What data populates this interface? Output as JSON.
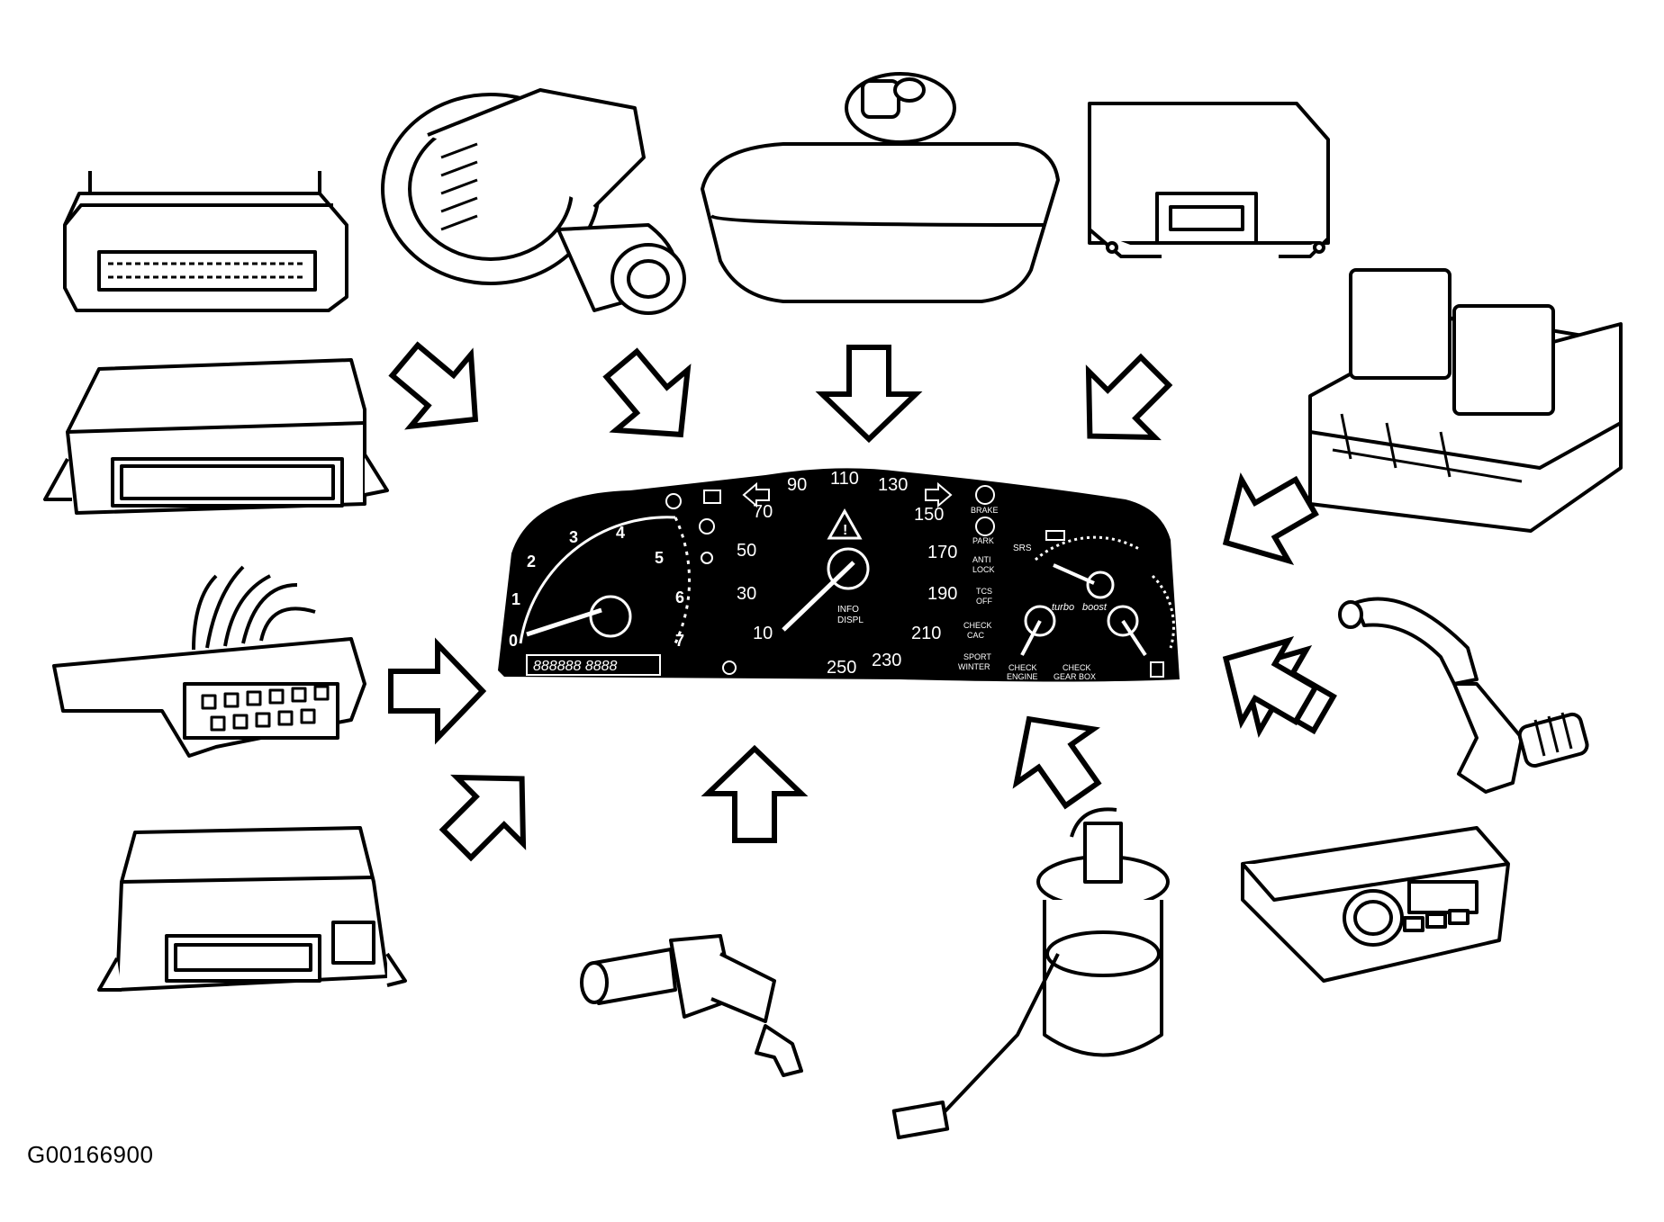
{
  "figure_id": "G00166900",
  "colors": {
    "ink": "#000000",
    "paper": "#ffffff"
  },
  "cluster": {
    "tacho_labels": [
      "0",
      "1",
      "2",
      "3",
      "4",
      "5",
      "6",
      "7"
    ],
    "speed_labels": [
      "10",
      "30",
      "50",
      "70",
      "90",
      "110",
      "130",
      "150",
      "170",
      "190",
      "210",
      "230",
      "250"
    ],
    "odometer": "888888 8888",
    "info_display": [
      "INFO",
      "DISPL"
    ],
    "warning_labels": {
      "brake": "BRAKE",
      "park": "PARK",
      "anti_lock": [
        "ANTI",
        "LOCK"
      ],
      "tcs_off": [
        "TCS",
        "OFF"
      ],
      "check_cac": [
        "CHECK",
        "CAC"
      ],
      "sport_winter": [
        "SPORT",
        "WINTER"
      ],
      "check_engine": [
        "CHECK",
        "ENGINE"
      ],
      "check_gear_box": [
        "CHECK",
        "GEAR BOX"
      ],
      "srs": "SRS",
      "turbo": "turbo",
      "boost": "boost"
    }
  },
  "components": [
    {
      "id": "engine-control-module",
      "icon": "ecu-box-icon"
    },
    {
      "id": "alternator",
      "icon": "alternator-icon"
    },
    {
      "id": "coolant-reservoir",
      "icon": "reservoir-icon"
    },
    {
      "id": "control-module-upper-right",
      "icon": "module-icon"
    },
    {
      "id": "relay-block",
      "icon": "relay-icon"
    },
    {
      "id": "ecu-left-middle",
      "icon": "ecu-box-icon"
    },
    {
      "id": "diagnostic-connector",
      "icon": "connector-icon"
    },
    {
      "id": "ecu-lower-left",
      "icon": "ecu-box-icon"
    },
    {
      "id": "temperature-sensor",
      "icon": "sensor-icon"
    },
    {
      "id": "fuel-pump-sender",
      "icon": "fuel-pump-icon"
    },
    {
      "id": "climate-control-panel",
      "icon": "climate-panel-icon"
    },
    {
      "id": "pedal-switch",
      "icon": "pedal-switch-icon"
    }
  ]
}
